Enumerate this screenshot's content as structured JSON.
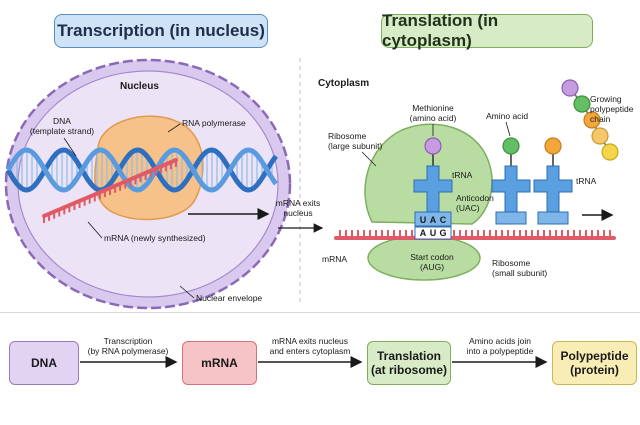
{
  "headers": {
    "left": "Transcription (in nucleus)",
    "right": "Translation (in cytoplasm)"
  },
  "labels": {
    "nucleus": "Nucleus",
    "dna_line1": "DNA",
    "dna_line2": "(template strand)",
    "rna_polymerase": "RNA polymerase",
    "mrna_new": "mRNA (newly synthesized)",
    "nuclear_envelope": "Nuclear envelope",
    "mrna_exits_line1": "mRNA exits",
    "mrna_exits_line2": "nucleus",
    "cytoplasm": "Cytoplasm",
    "methionine_line1": "Methionine",
    "methionine_line2": "(amino acid)",
    "amino_acid": "Amino acid",
    "growing_line1": "Growing",
    "growing_line2": "polypeptide",
    "growing_line3": "chain",
    "ribosome_large_line1": "Ribosome",
    "ribosome_large_line2": "(large subunit)",
    "trna_1": "tRNA",
    "trna_2": "tRNA",
    "anticodon_line1": "Anticodon",
    "anticodon_line2": "(UAC)",
    "anticodon_bases": [
      "U",
      "A",
      "C"
    ],
    "codon_bases": [
      "A",
      "U",
      "G"
    ],
    "mrna": "mRNA",
    "start_codon_line1": "Start codon",
    "start_codon_line2": "(AUG)",
    "ribosome_small_line1": "Ribosome",
    "ribosome_small_line2": "(small subunit)"
  },
  "flow": {
    "boxes": [
      {
        "line1": "DNA",
        "line2": ""
      },
      {
        "line1": "mRNA",
        "line2": ""
      },
      {
        "line1": "Translation",
        "line2": "(at ribosome)"
      },
      {
        "line1": "Polypeptide",
        "line2": "(protein)"
      }
    ],
    "arrows": [
      {
        "line1": "Transcription",
        "line2": "(by RNA polymerase)"
      },
      {
        "line1": "mRNA exits nucleus",
        "line2": "and enters cytoplasm"
      },
      {
        "line1": "Amino acids join",
        "line2": "into a polypeptide"
      }
    ]
  },
  "colors": {
    "dna": "#3d7fd0",
    "mrna": "#e05a66",
    "nucleus_fill": "#e9e1f4",
    "nucleus_border": "#8a6ab8",
    "polymerase": "#f6c28a",
    "ribosome": "#b9dca2",
    "trna": "#5a9fe0",
    "aa_purple": "#c69be0",
    "aa_green": "#63bf63",
    "aa_orange": "#f3a63b",
    "aa_yellow": "#f2d54b"
  }
}
